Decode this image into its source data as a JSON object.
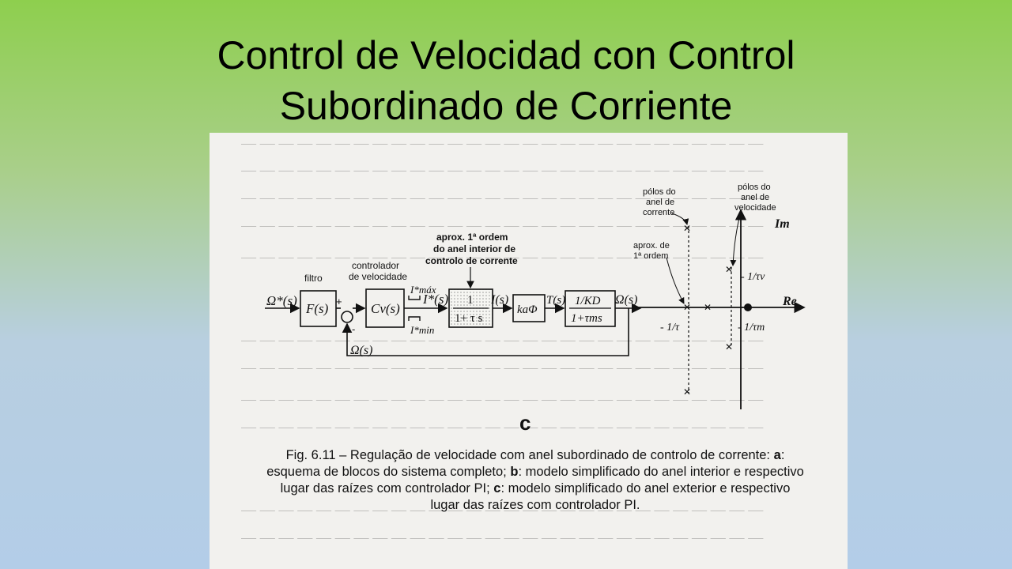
{
  "slide": {
    "title_line1": "Control de Velocidad con Control",
    "title_line2": "Subordinado de Corriente"
  },
  "figure": {
    "labels": {
      "filtro": "filtro",
      "controlador_line1": "controlador",
      "controlador_line2": "de velocidade",
      "aprox_line1": "aprox. 1ª ordem",
      "aprox_line2": "do anel interior de",
      "aprox_line3": "controlo de corrente",
      "polos_corrente_1": "pólos do",
      "polos_corrente_2": "anel de",
      "polos_corrente_3": "corrente",
      "polos_velocidade_1": "pólos do",
      "polos_velocidade_2": "anel de",
      "polos_velocidade_3": "velocidade",
      "aprox_1a_line1": "aprox. de",
      "aprox_1a_line2": "1ª ordem"
    },
    "blocks": {
      "input_signal": "Ω*(s)",
      "filter": "F(s)",
      "controller": "Cv(s)",
      "current_ref": "I*(s)",
      "imax": "I*máx",
      "imin": "I*min",
      "inner_num": "1",
      "inner_den": "1+ τ s",
      "current_out": "I(s)",
      "torque_gain": "kaΦ",
      "torque": "T(s)",
      "mech_num": "1/KD",
      "mech_den": "1+τms",
      "output": "Ω(s)",
      "feedback": "Ω(s)",
      "plus": "+",
      "minus": "-"
    },
    "root_locus": {
      "im_label": "Im",
      "re_label": "Re",
      "tv_label": "- 1/τv",
      "tm_label": "- 1/τm",
      "t_label": "- 1/τ"
    },
    "panel_letter": "c",
    "caption": {
      "fig_number": "Fig. 6.11 – Regulação de velocidade com anel subordinado de controlo de corrente:",
      "part_a_letter": "a",
      "part_a_text": ": esquema de blocos do sistema completo; ",
      "part_b_letter": "b",
      "part_b_text": ": modelo simplificado do anel interior e respectivo lugar das raízes com controlador PI; ",
      "part_c_letter": "c",
      "part_c_text": ": modelo simplificado do anel exterior e respectivo lugar das raízes com controlador PI."
    }
  }
}
